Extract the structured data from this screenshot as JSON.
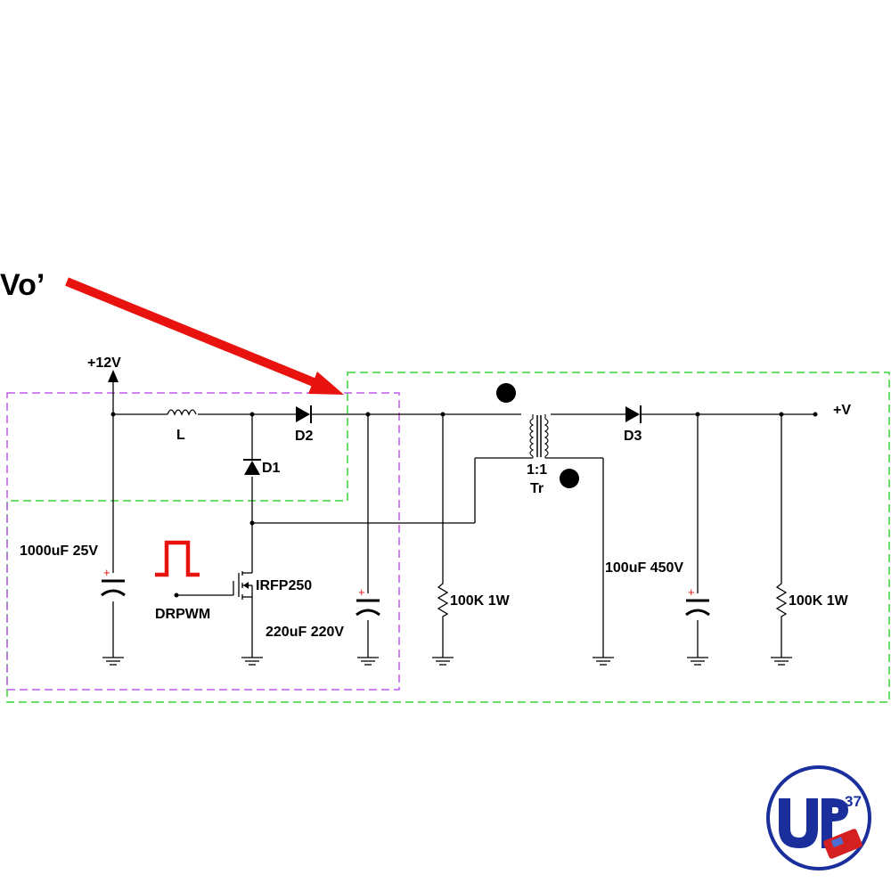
{
  "annotation": {
    "label": "Vo’",
    "arrow_color": "#e8130f"
  },
  "labels": {
    "supply": "+12V",
    "inductor": "L",
    "diode_d2": "D2",
    "diode_d1": "D1",
    "diode_d3": "D3",
    "output": "+V",
    "transformer_ratio": "1:1",
    "transformer": "Tr",
    "cap_input": "1000uF 25V",
    "mosfet": "IRFP250",
    "pwm_source": "DRPWM",
    "cap_mid": "220uF 220V",
    "res_mid": "100K 1W",
    "cap_out": "100uF 450V",
    "res_out": "100K 1W"
  },
  "colors": {
    "wire": "#000000",
    "box_purple": "#c15cf0",
    "box_green": "#3ad23a",
    "polarity": "#e8130f",
    "pwm_pulse": "#e8130f",
    "logo_blue": "#1a2f9c"
  },
  "logo": {
    "page_number": "37"
  }
}
